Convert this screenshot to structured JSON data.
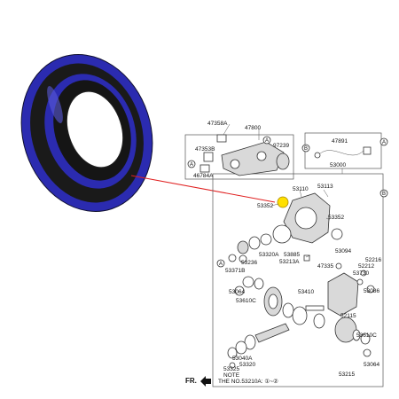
{
  "colors": {
    "seal_blue": "#2b2bb0",
    "seal_dark": "#141414",
    "pointer_red": "#e02020",
    "highlight_yellow": "#ffe000"
  },
  "labels": {
    "p47358A": "47358A",
    "p47800": "47800",
    "p47353B": "47353B",
    "p97239": "97239",
    "p46784A": "46784A",
    "p47891": "47891",
    "p53000": "53000",
    "p53113": "53113",
    "p53110": "53110",
    "p53352a": "53352",
    "p53352b": "53352",
    "p53094": "53094",
    "p53885": "53885",
    "p53213A": "53213A",
    "p53320A": "53320A",
    "p53236": "53236",
    "p53371B": "53371B",
    "p53064a": "53064",
    "p53610Ca": "53610C",
    "p47335": "47335",
    "p52216": "52216",
    "p52212": "52212",
    "p53730": "53730",
    "p53086": "53086",
    "p53410": "53410",
    "p52115": "52115",
    "p53610Cb": "53610C",
    "p53064b": "53064",
    "p53215": "53215",
    "p53040A": "53040A",
    "p53320": "53320",
    "p53325": "53325"
  },
  "callouts": {
    "A": "A",
    "B": "B"
  },
  "note": {
    "line1": "NOTE",
    "line2": "THE NO.53210A: ①~②"
  },
  "direction": "FR."
}
